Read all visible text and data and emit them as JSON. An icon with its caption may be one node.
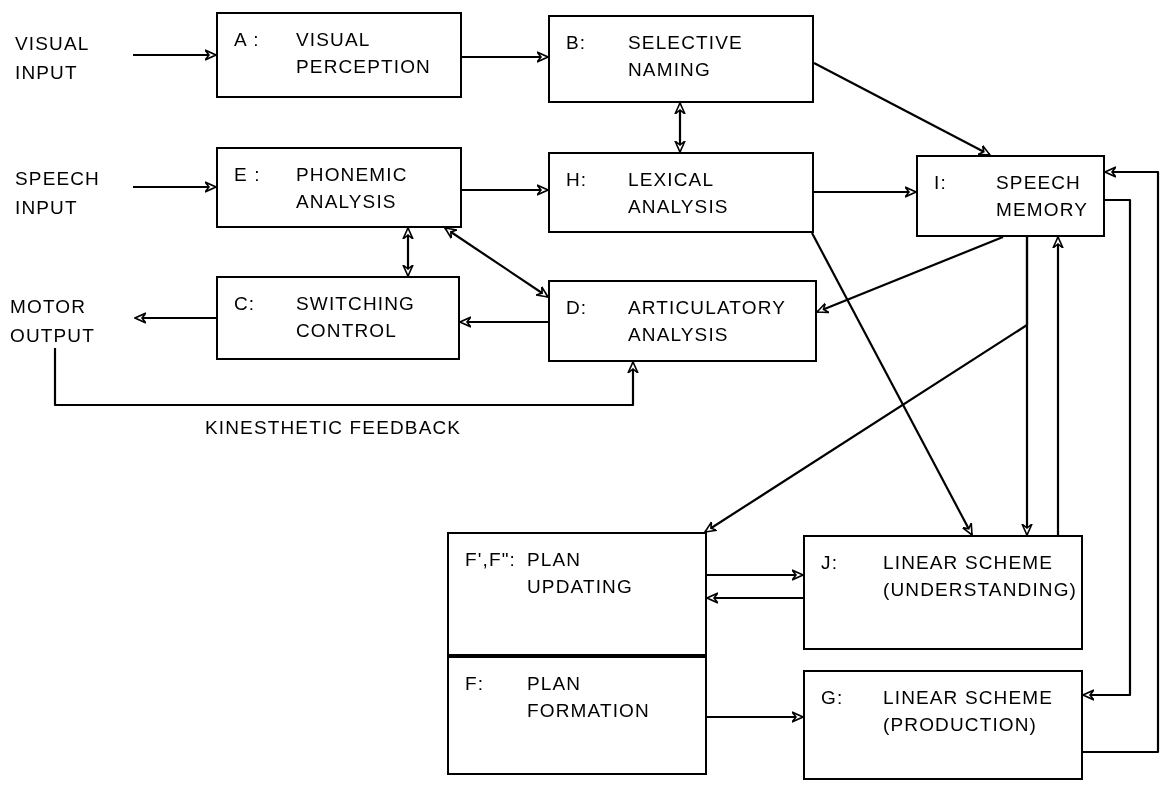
{
  "diagram": {
    "nodes": [
      {
        "text": [
          "VISUAL INPUT"
        ]
      },
      {
        "text": [
          "A :",
          "VISUAL PERCEPTION"
        ]
      },
      {
        "text": [
          "B:",
          "SELECTIVE NAMING"
        ]
      },
      {
        "text": [
          "SPEECH INPUT"
        ]
      },
      {
        "text": [
          "E :",
          "PHONEMIC ANALYSIS"
        ]
      },
      {
        "text": [
          "H:",
          "LEXICAL ANALYSIS"
        ]
      },
      {
        "text": [
          "I:",
          "SPEECH MEMORY"
        ]
      },
      {
        "text": [
          "MOTOR OUTPUT"
        ]
      },
      {
        "text": [
          "C:",
          "SWITCHING CONTROL"
        ]
      },
      {
        "text": [
          "D:",
          "ARTICULATORY ANALYSIS"
        ]
      },
      {
        "text": [
          "F',F\":",
          "PLAN UPDATING"
        ]
      },
      {
        "text": [
          "J:",
          "LINEAR SCHEME (UNDERSTANDING)"
        ]
      },
      {
        "text": [
          "F:",
          "PLAN FORMATION"
        ]
      },
      {
        "text": [
          "G:",
          "LINEAR SCHEME (PRODUCTION)"
        ]
      }
    ],
    "edges": [
      {
        "from": 0,
        "to": 1,
        "arrow": "to"
      },
      {
        "from": 1,
        "to": 2,
        "arrow": "to"
      },
      {
        "from": 2,
        "to": 6,
        "arrow": "to"
      },
      {
        "from": 2,
        "to": 5,
        "arrow": "both"
      },
      {
        "from": 3,
        "to": 4,
        "arrow": "to"
      },
      {
        "from": 4,
        "to": 5,
        "arrow": "to"
      },
      {
        "from": 5,
        "to": 6,
        "arrow": "to"
      },
      {
        "from": 4,
        "to": 8,
        "arrow": "both"
      },
      {
        "from": 4,
        "to": 9,
        "arrow": "both"
      },
      {
        "from": 9,
        "to": 8,
        "arrow": "to"
      },
      {
        "from": 8,
        "to": 7,
        "arrow": "to"
      },
      {
        "from": 7,
        "to": 9,
        "arrow": "to",
        "label": "KINESTHETIC FEEDBACK"
      },
      {
        "from": 6,
        "to": 9,
        "arrow": "to"
      },
      {
        "from": 5,
        "to": 11,
        "arrow": "to"
      },
      {
        "from": 6,
        "to": 10,
        "arrow": "to"
      },
      {
        "from": 6,
        "to": 11,
        "arrow": "to"
      },
      {
        "from": 11,
        "to": 6,
        "arrow": "to"
      },
      {
        "from": 6,
        "to": 13,
        "arrow": "to"
      },
      {
        "from": 13,
        "to": 6,
        "arrow": "to"
      },
      {
        "from": 10,
        "to": 11,
        "arrow": "to"
      },
      {
        "from": 11,
        "to": 10,
        "arrow": "to"
      },
      {
        "from": 12,
        "to": 13,
        "arrow": "to"
      }
    ]
  }
}
